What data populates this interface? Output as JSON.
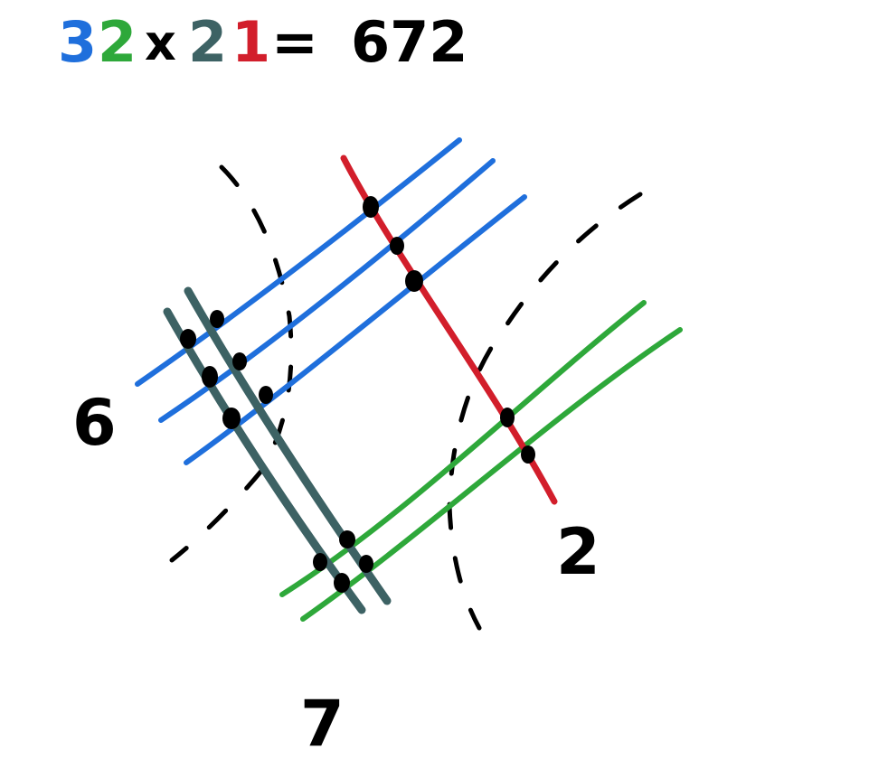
{
  "equation": {
    "factor_a_tens": "3",
    "factor_a_ones": "2",
    "operator": "x",
    "factor_b_tens": "2",
    "factor_b_ones": "1",
    "equals": "=",
    "result": "672"
  },
  "counts": {
    "left": "6",
    "bottom": "7",
    "right": "2"
  },
  "colors": {
    "tens_a": "#1f6fdc",
    "ones_a": "#2ea83a",
    "tens_b": "#3d6264",
    "ones_b": "#d21e2b",
    "ink": "#000000"
  },
  "line_counts": {
    "tens_a": 3,
    "ones_a": 2,
    "tens_b": 2,
    "ones_b": 1
  },
  "intersection_groups": {
    "tens_a_x_tens_b": 6,
    "ones_a_x_tens_b": 4,
    "tens_a_x_ones_b": 3,
    "ones_a_x_ones_b": 2
  }
}
